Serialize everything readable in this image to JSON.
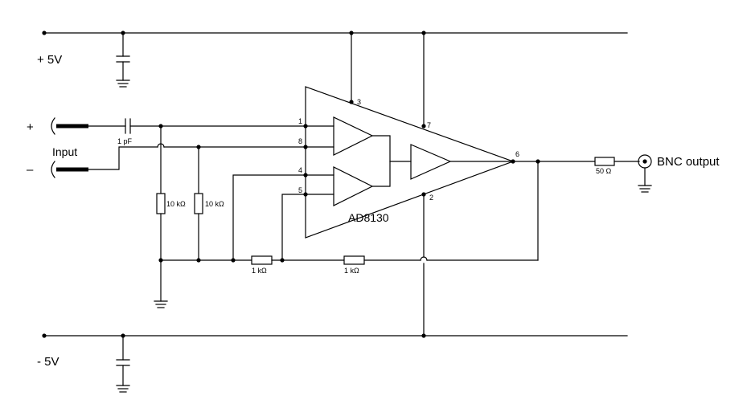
{
  "rails": {
    "positive": "+ 5V",
    "negative": "- 5V"
  },
  "input": {
    "plus_sign": "+",
    "minus_sign": "–",
    "label": "Input"
  },
  "components": {
    "input_cap": "1 pF",
    "r_shunt_1": "10 kΩ",
    "r_shunt_2": "10 kΩ",
    "r_fb_1": "1 kΩ",
    "r_fb_2": "1 kΩ",
    "r_out": "50 Ω"
  },
  "amplifier": {
    "part": "AD8130",
    "pins": {
      "p1": "1",
      "p2": "2",
      "p3": "3",
      "p4": "4",
      "p5": "5",
      "p6": "6",
      "p7": "7",
      "p8": "8"
    }
  },
  "output": {
    "label": "BNC output"
  }
}
